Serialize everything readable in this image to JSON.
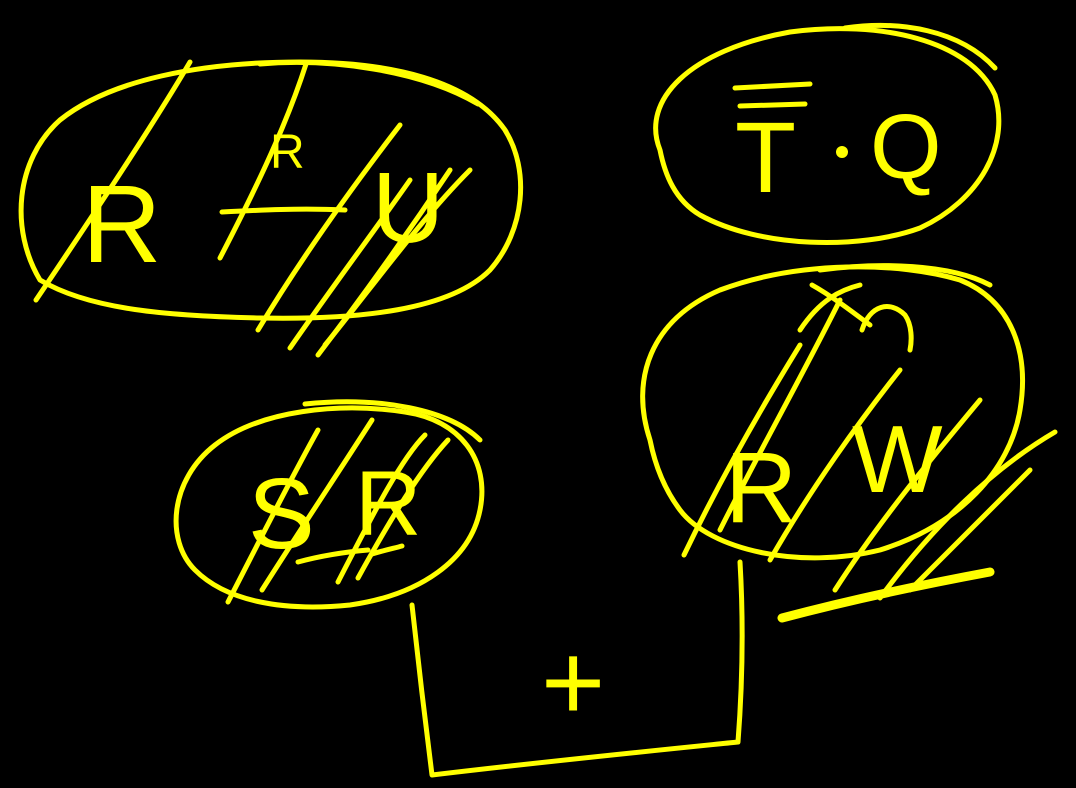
{
  "canvas": {
    "background": "#000000",
    "ink_color": "#FFFF00"
  },
  "groups": {
    "r_u": {
      "left": "R",
      "superscript": "R",
      "right": "U"
    },
    "t_q": {
      "left": "T",
      "right": "Q",
      "overbar_on": "T"
    },
    "s_r": {
      "left": "S",
      "right": "R"
    },
    "r_w": {
      "left": "R",
      "right": "W"
    }
  },
  "operator": {
    "symbol": "+"
  }
}
